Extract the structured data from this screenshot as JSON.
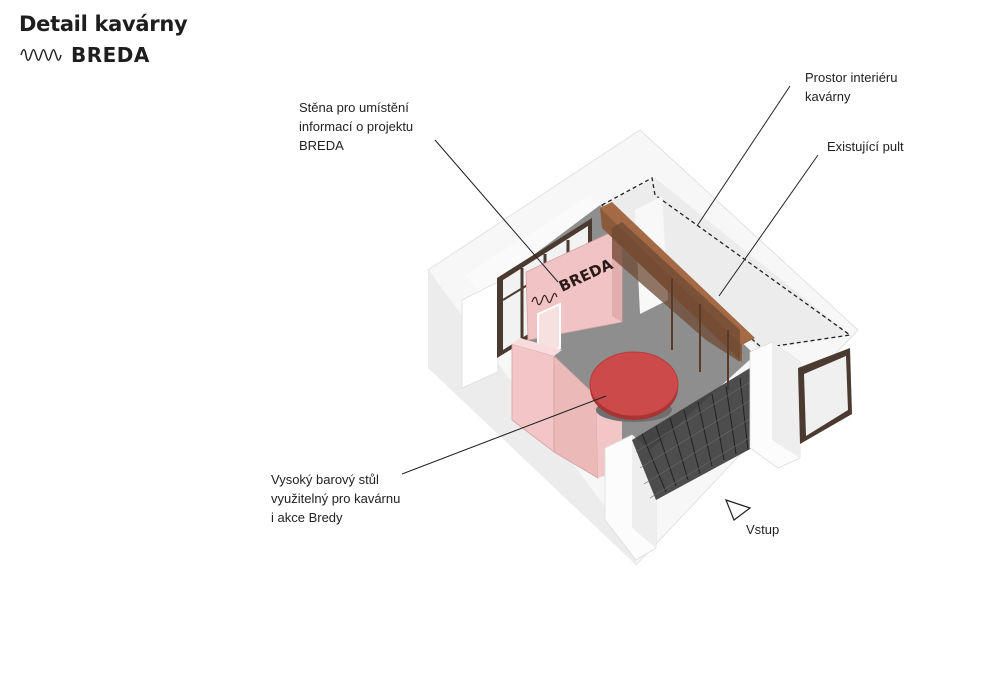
{
  "header": {
    "title": "Detail kavárny",
    "brand": "BREDA"
  },
  "wall_sign": {
    "text": "BREDA"
  },
  "labels": {
    "wall": "Stěna pro umístění\ninformací o projektu\nBREDA",
    "interior": "Prostor interiéru\nkavárny",
    "counter": "Existující pult",
    "table": "Vysoký barový stůl\nvyužitelný pro kavárnu\ni akce Bredy",
    "entrance": "Vstup"
  },
  "icons": {
    "brand_mark": "squiggle-logo-icon",
    "entrance_marker": "triangle-arrow-icon"
  },
  "colors": {
    "pink_wall": "#f0c4c4",
    "table_red": "#cd4a4a",
    "wood": "#8a5a3b",
    "floor": "#8e8e8e",
    "grille": "#3e3e3e"
  }
}
